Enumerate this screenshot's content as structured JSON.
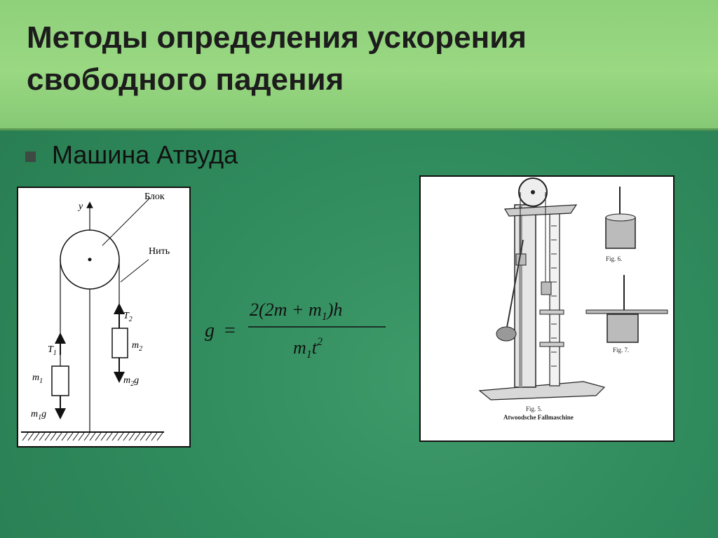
{
  "slide": {
    "title": "Методы определения ускорения свободного падения",
    "bullet": "Машина Атвуда"
  },
  "diagram": {
    "label_block": "Блок",
    "label_thread": "Нить",
    "label_y": "y",
    "label_T1": "T",
    "label_T1_sub": "1",
    "label_T2": "T",
    "label_T2_sub": "2",
    "label_m1": "m",
    "label_m1_sub": "1",
    "label_m2": "m",
    "label_m2_sub": "2",
    "label_m1g": "m",
    "label_m1g_sub": "1",
    "label_m1g_g": "g",
    "label_m2g": "m",
    "label_m2g_sub": "2",
    "label_m2g_g": "g"
  },
  "formula": {
    "lhs": "g",
    "eq": "=",
    "numerator": "2(2m + m",
    "numerator_sub": "1",
    "numerator_end": ")h",
    "den_m": "m",
    "den_sub": "1",
    "den_t": "t",
    "den_sup": "2"
  },
  "illustration": {
    "fig_a": "Fig. 6.",
    "fig_b": "Fig. 7.",
    "caption_num": "Fig. 5.",
    "caption": "Atwoodsche Fallmaschine"
  },
  "colors": {
    "header_bg": "#96d580",
    "slide_bg": "#2f8a5c",
    "bullet": "#3d4a43"
  }
}
